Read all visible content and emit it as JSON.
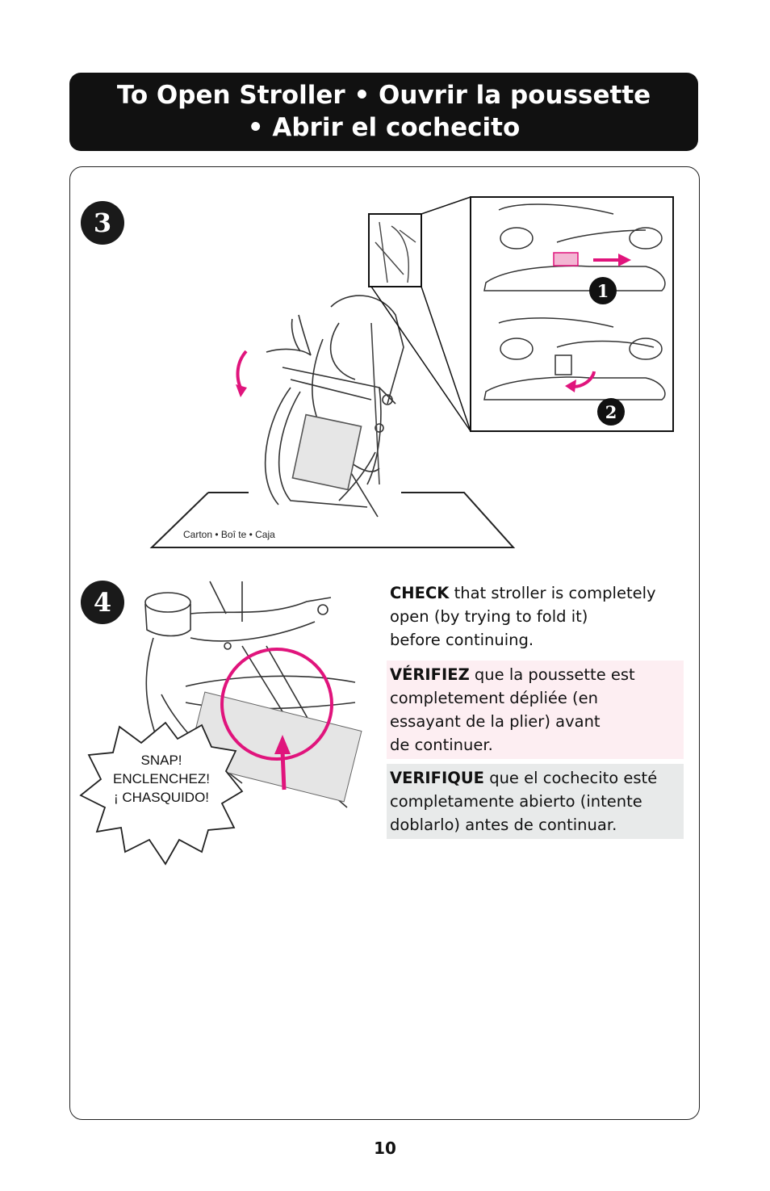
{
  "header": {
    "title_line1": "To Open Stroller  •  Ouvrir la poussette",
    "title_line2": "•  Abrir el cochecito"
  },
  "step3": {
    "number": "3",
    "sub1": "1",
    "sub2": "2",
    "carton_label": "Carton  •  Boî te  •  Caja"
  },
  "step4": {
    "number": "4",
    "snap_line1": "SNAP!",
    "snap_line2": "ENCLENCHEZ!",
    "snap_line3": "¡ CHASQUIDO!",
    "en_bold": "CHECK",
    "en_line1": " that stroller is completely",
    "en_line2": "open (by trying to fold it)",
    "en_line3": "before continuing.",
    "fr_bold": "VÉRIFIEZ",
    "fr_line1": " que la poussette est",
    "fr_line2": "completement dépliée (en",
    "fr_line3": "essayant de la plier) avant",
    "fr_line4": "de continuer.",
    "es_bold": "VERIFIQUE",
    "es_line1": " que el cochecito esté",
    "es_line2": "completamente abierto (intente",
    "es_line3": "doblarlo) antes de continuar."
  },
  "footer": {
    "page_number": "10"
  },
  "colors": {
    "accent": "#e0147c",
    "title_bg": "#111111",
    "fr_bg": "#fdeef2",
    "es_bg": "#e8eaea"
  }
}
